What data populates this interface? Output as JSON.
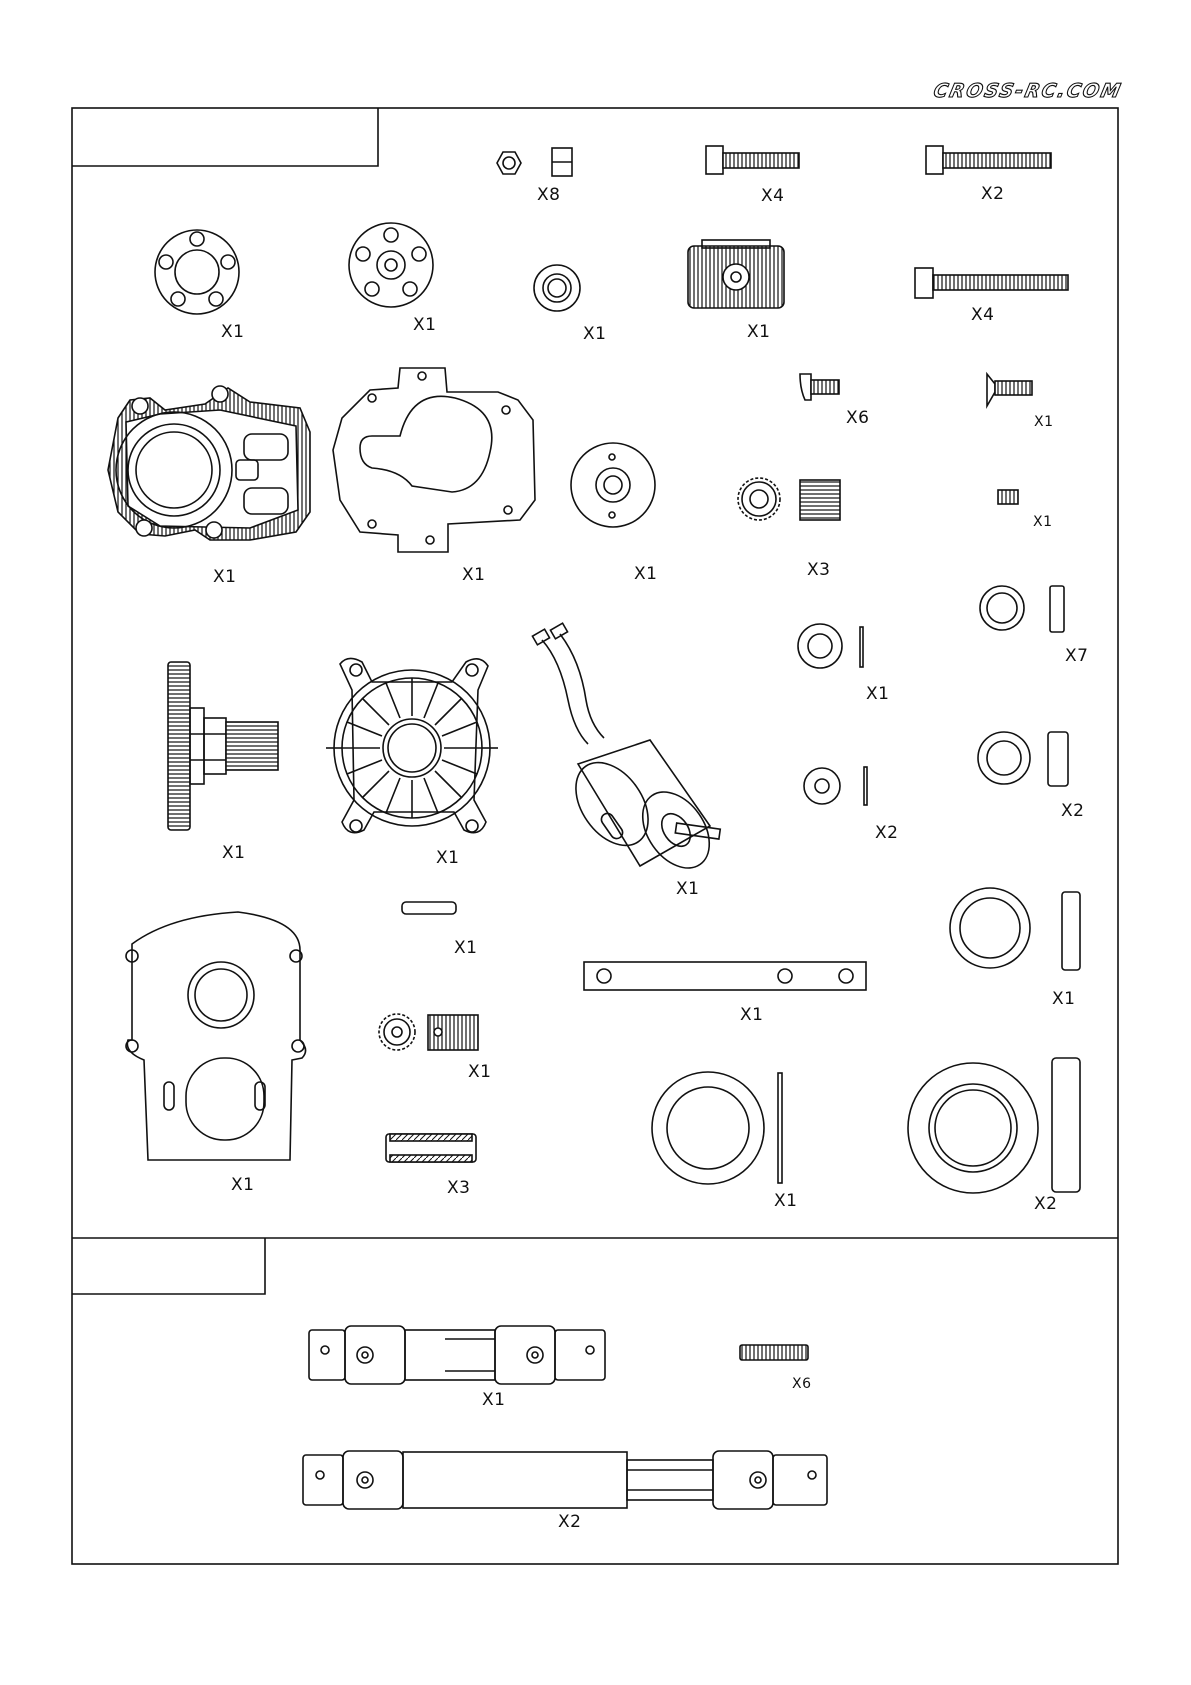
{
  "header": {
    "brand": "CROSS-RC.COM"
  },
  "labels": {
    "nut_set": "X8",
    "screw_short_top": "X4",
    "screw_long_top": "X2",
    "bearing_holder_a": "X1",
    "bearing_holder_b": "X1",
    "small_bushing": "X1",
    "motor_heatsink": "X1",
    "screw_long_mid": "X4",
    "button_screw": "X6",
    "flat_screw": "X1",
    "set_screw": "X1",
    "gearbox_housing": "X1",
    "gearbox_gasket": "X1",
    "spacer_disc": "X1",
    "pinion_gear_set": "X3",
    "bearing_small": "X7",
    "washer_small": "X1",
    "spur_gear_shaft": "X1",
    "motor_mount_fan": "X1",
    "electric_motor": "X1",
    "washer_tiny": "X2",
    "bearing_medium": "X2",
    "pin": "X1",
    "bearing_large": "X1",
    "motor_plate": "X1",
    "link_bar": "X1",
    "gear_small_set": "X1",
    "spacer_tube": "X3",
    "washer_large": "X1",
    "bearing_xl": "X2",
    "driveshaft_short": "X1",
    "driveshaft_screw": "X6",
    "driveshaft_long": "X2"
  }
}
